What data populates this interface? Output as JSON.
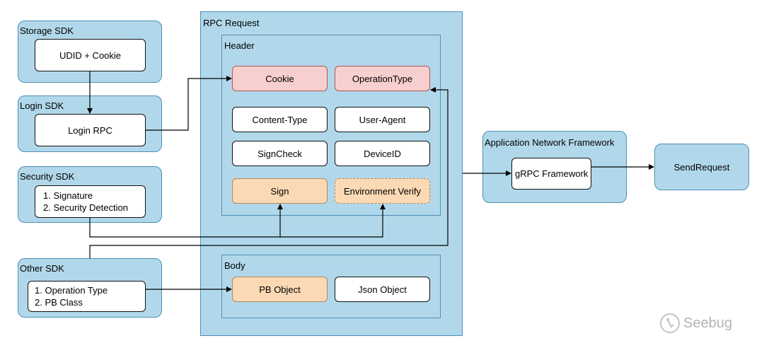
{
  "groups": {
    "storage_sdk": "Storage SDK",
    "login_sdk": "Login SDK",
    "security_sdk": "Security SDK",
    "other_sdk": "Other SDK",
    "rpc_request": "RPC Request",
    "header": "Header",
    "body": "Body",
    "app_network_framework": "Application Network Framework"
  },
  "nodes": {
    "udid_cookie": "UDID + Cookie",
    "login_rpc": "Login RPC",
    "signature": "1. Signature",
    "security_detection": "2. Security Detection",
    "operation_type_item": "1. Operation Type",
    "pb_class": "2. PB Class",
    "cookie": "Cookie",
    "operation_type": "OperationType",
    "content_type": "Content-Type",
    "user_agent": "User-Agent",
    "sign_check": "SignCheck",
    "device_id": "DeviceID",
    "sign": "Sign",
    "environment_verify": "Environment Verify",
    "pb_object": "PB Object",
    "json_object": "Json Object",
    "grpc_framework": "gRPC Framework",
    "send_request": "SendRequest"
  },
  "watermark": "Seebug",
  "colors": {
    "group_fill": "#b1d8ea",
    "group_border": "#4d8fb8",
    "pink_fill": "#f7cfcf",
    "orange_fill": "#fad9b4"
  },
  "icons": {
    "watermark_logo": "seebug-logo-icon"
  }
}
